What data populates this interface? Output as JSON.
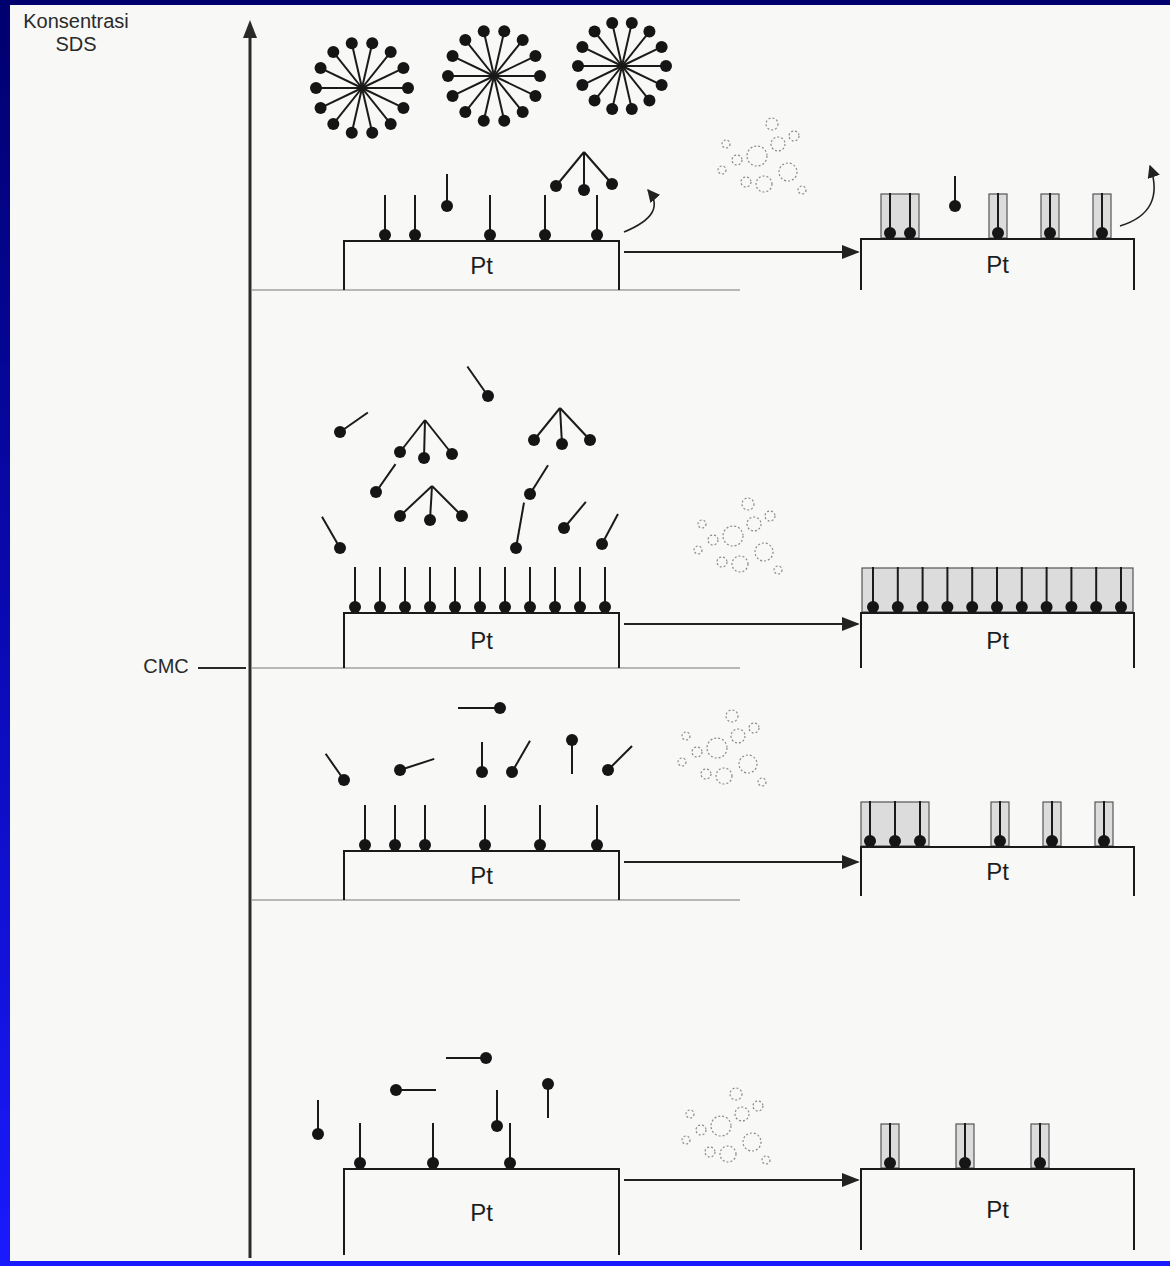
{
  "diagram": {
    "nodes": [
      {
        "text": [
          "Pt"
        ]
      },
      {
        "text": [
          "Pt"
        ]
      },
      {
        "text": [
          "Pt"
        ]
      },
      {
        "text": [
          "Pt"
        ]
      },
      {
        "text": [
          "Pt"
        ]
      },
      {
        "text": [
          "Pt"
        ]
      },
      {
        "text": [
          "Pt"
        ]
      },
      {
        "text": [
          "Pt"
        ]
      }
    ],
    "edges": [
      {
        "from": 0,
        "to": 1,
        "arrow": "to"
      },
      {
        "from": 2,
        "to": 3,
        "arrow": "to"
      },
      {
        "from": 4,
        "to": 5,
        "arrow": "to"
      },
      {
        "from": 6,
        "to": 7,
        "arrow": "to"
      }
    ],
    "labels": [
      "Konsentrasi SDS",
      "CMC"
    ]
  }
}
